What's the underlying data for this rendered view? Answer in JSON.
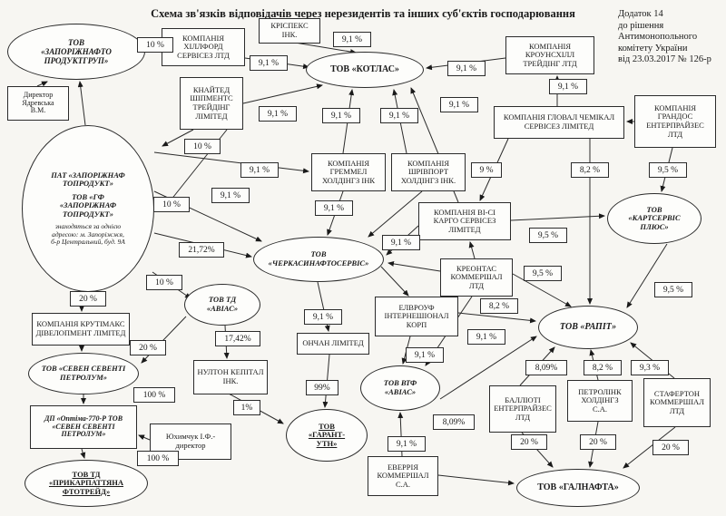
{
  "title": "Схема зв'язків відповідачів через нерезидентів та інших суб'єктів господарювання",
  "annotation": "Додаток 14\nдо рішення\nАнтимонопольного\nкомітету України\nвід 23.03.2017 № 126-р",
  "colors": {
    "ink": "#1a1a1a",
    "paper": "#f7f6f2"
  },
  "nodes": {
    "zap_group": {
      "label": "ТОВ\n«ЗАПОРІЖНАФТО\nПРОДУКТГРУП»"
    },
    "director": {
      "label": "Директор\nЯдревська\nВ.М."
    },
    "zap_pat": {
      "line1": "ПАТ «ЗАПОРІЖНАФ\nТОПРОДУКТ»",
      "line2": "ТОВ «ГФ\n«ЗАПОРІЖНАФ\nТОПРОДУКТ»",
      "line3": "знаходяться за однією\nадресою: м. Запоріжжя,\nб-р Центральний, буд. 9А"
    },
    "hillford": {
      "label": "КОМПАНІЯ\nХІЛЛФОРД\nСЕРВІСЕЗ ЛТД"
    },
    "krispex": {
      "label": "КРІСПЕКС\nІНК."
    },
    "kotlas": {
      "label": "ТОВ «КОТЛАС»"
    },
    "crownshill": {
      "label": "КОМПАНІЯ\nКРОУНСХІЛЛ\nТРЕЙДІНГ ЛТД"
    },
    "knighted": {
      "label": "КНАЙТЕД\nШІПМЕНТС\nТРЕЙДІНГ\nЛІМІТЕД"
    },
    "gloval": {
      "label": "КОМПАНІЯ ГЛОВАЛ ЧЕМІКАЛ\nСЕРВІСЕЗ ЛІМІТЕД"
    },
    "grandos": {
      "label": "КОМПАНІЯ\nГРАНДОС\nЕНТЕРПРАЙЗЕС\nЛТД"
    },
    "gremmel": {
      "label": "КОМПАНІЯ\nГРЕММЕЛ\nХОЛДІНГЗ ІНК"
    },
    "shrivport": {
      "label": "КОМПАНІЯ\nШРІВПОРТ\nХОЛДІНГЗ ІНК."
    },
    "bc_cargo": {
      "label": "КОМПАНІЯ ВІ-СІ\nКАРГО СЕРВІСЕЗ\nЛІМІТЕД"
    },
    "kartservis": {
      "label": "ТОВ\n«КАРТСЕРВІС\nПЛЮС»"
    },
    "cherkasy": {
      "label": "ТОВ\n«ЧЕРКАСИНАФТОСЕРВІС»"
    },
    "kreontas": {
      "label": "КРЕОНТАС\nКОММЕРШАЛ\nЛТД"
    },
    "td_avias": {
      "label": "ТОВ ТД\n«АВІАС»"
    },
    "elvrouf": {
      "label": "ЕЛВРОУФ\nІНТЕРНЕШІОНАЛ\nКОРП"
    },
    "rapit": {
      "label": "ТОВ «РАПІТ»"
    },
    "krutimax": {
      "label": "КОМПАНІЯ КРУТІМАКС\nДІВЕЛОПМЕНТ ЛІМІТЕД"
    },
    "onchan": {
      "label": "ОНЧАН ЛІМІТЕД"
    },
    "seven_seventy": {
      "label": "ТОВ «СЕВЕН СЕВЕНТІ\nПЕТРОЛУМ»"
    },
    "nulton": {
      "label": "НУЛТОН КЕПІТАЛ\nІНК."
    },
    "vtf_avias": {
      "label": "ТОВ ВТФ\n«АВІАС»"
    },
    "ballioti": {
      "label": "БАЛЛІОТІ\nЕНТЕРПРАЙЗЕС\nЛТД"
    },
    "petrolink": {
      "label": "ПЕТРОЛІНК\nХОЛДІНГЗ\nС.А."
    },
    "staferton": {
      "label": "СТАФЕРТОН\nКОММЕРШІАЛ\nЛТД"
    },
    "dp_optima": {
      "label": "ДП «Оптіма-770-Р ТОВ\n«СЕВЕН СЕВЕНТІ\nПЕТРОЛУМ»"
    },
    "yukhymchuk": {
      "label": "Юхимчук І.Ф.-\nдиректор"
    },
    "garant": {
      "label": "ТОВ\n«ГАРАНТ-\nУТН»"
    },
    "everria": {
      "label": "ЕВЕРРІЯ\nКОММЕРШАЛ\nС.А."
    },
    "prykarpattia": {
      "label": "ТОВ ТД\n«ПРИКАРПАТТЯНА\nФТОТРЕЙД»"
    },
    "galnafta": {
      "label": "ТОВ «ГАЛНАФТА»"
    }
  },
  "edge_labels": {
    "p10_a": "10 %",
    "p91_hillford": "9,1 %",
    "p91_krispex": "9,1 %",
    "p91_crownshill": "9,1 %",
    "p91_gloval": "9,1 %",
    "p91_knighted": "9,1 %",
    "p91_gremmel": "9,1 %",
    "p91_shrivport": "9,1 %",
    "p91_cargo": "9,1 %",
    "p10_b": "10 %",
    "p91_pat1": "9,1 %",
    "p9_gloval": "9 %",
    "p82_gloval": "8,2 %",
    "p95_grandos": "9,5 %",
    "p10_c": "10 %",
    "p91_pat2": "9,1 %",
    "p91_gremmel2": "9,1 %",
    "p91_cargo2": "9,1 %",
    "p95_cargo": "9,5 %",
    "p95_kreontas": "9,5 %",
    "p95_kart": "9,5 %",
    "p2172": "21,72%",
    "p10_d": "10 %",
    "p82_elvrouf": "8,2 %",
    "p91_cherkasy": "9,1 %",
    "p91_kreontas": "9,1 %",
    "p20_pat": "20 %",
    "p20_krutimax": "20 %",
    "p1742": "17,42%",
    "p91_elvrouf": "9,1 %",
    "p809_ballioti": "8,09%",
    "p82_petrolink": "8,2 %",
    "p93_staferton": "9,3 %",
    "p100_seven": "100 %",
    "p1_nulton": "1%",
    "p99_onchan": "99%",
    "p809_everria": "8,09%",
    "p91_everria": "9,1 %",
    "p100_dp": "100 %",
    "p20_ballioti": "20 %",
    "p20_petrolink": "20 %",
    "p20_staferton": "20 %"
  }
}
